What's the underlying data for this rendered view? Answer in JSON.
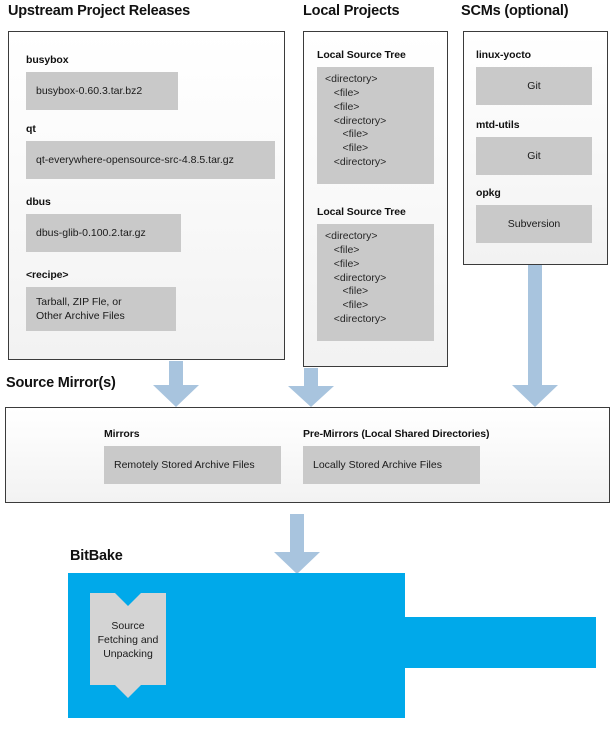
{
  "sections": {
    "upstream": {
      "title": "Upstream Project Releases",
      "groups": [
        {
          "label": "busybox",
          "value": "busybox-0.60.3.tar.bz2"
        },
        {
          "label": "qt",
          "value": "qt-everywhere-opensource-src-4.8.5.tar.gz"
        },
        {
          "label": "dbus",
          "value": "dbus-glib-0.100.2.tar.gz"
        },
        {
          "label": "<recipe>",
          "value_line1": "Tarball, ZIP Fle, or",
          "value_line2": "Other Archive Files"
        }
      ]
    },
    "local_projects": {
      "title": "Local Projects",
      "trees": [
        {
          "label": "Local Source Tree",
          "lines": [
            "<directory>",
            "   <file>",
            "   <file>",
            "   <directory>",
            "      <file>",
            "      <file>",
            "   <directory>"
          ]
        },
        {
          "label": "Local Source Tree",
          "lines": [
            "<directory>",
            "   <file>",
            "   <file>",
            "   <directory>",
            "      <file>",
            "      <file>",
            "   <directory>"
          ]
        }
      ]
    },
    "scms": {
      "title": "SCMs (optional)",
      "groups": [
        {
          "label": "linux-yocto",
          "value": "Git"
        },
        {
          "label": "mtd-utils",
          "value": "Git"
        },
        {
          "label": "opkg",
          "value": "Subversion"
        }
      ]
    },
    "source_mirrors": {
      "title": "Source Mirror(s)",
      "groups": [
        {
          "label": "Mirrors",
          "value": "Remotely Stored Archive Files"
        },
        {
          "label": "Pre-Mirrors (Local Shared Directories)",
          "value": "Locally Stored Archive Files"
        }
      ]
    },
    "bitbake": {
      "title": "BitBake",
      "task": {
        "line1": "Source",
        "line2": "Fetching and",
        "line3": "Unpacking"
      }
    }
  },
  "colors": {
    "arrow": "#a8c4de",
    "bitbake": "#00a9ea",
    "grey_box": "#c9c9c9",
    "panel_border": "#3b3b3b",
    "text": "#1a1a1a"
  }
}
